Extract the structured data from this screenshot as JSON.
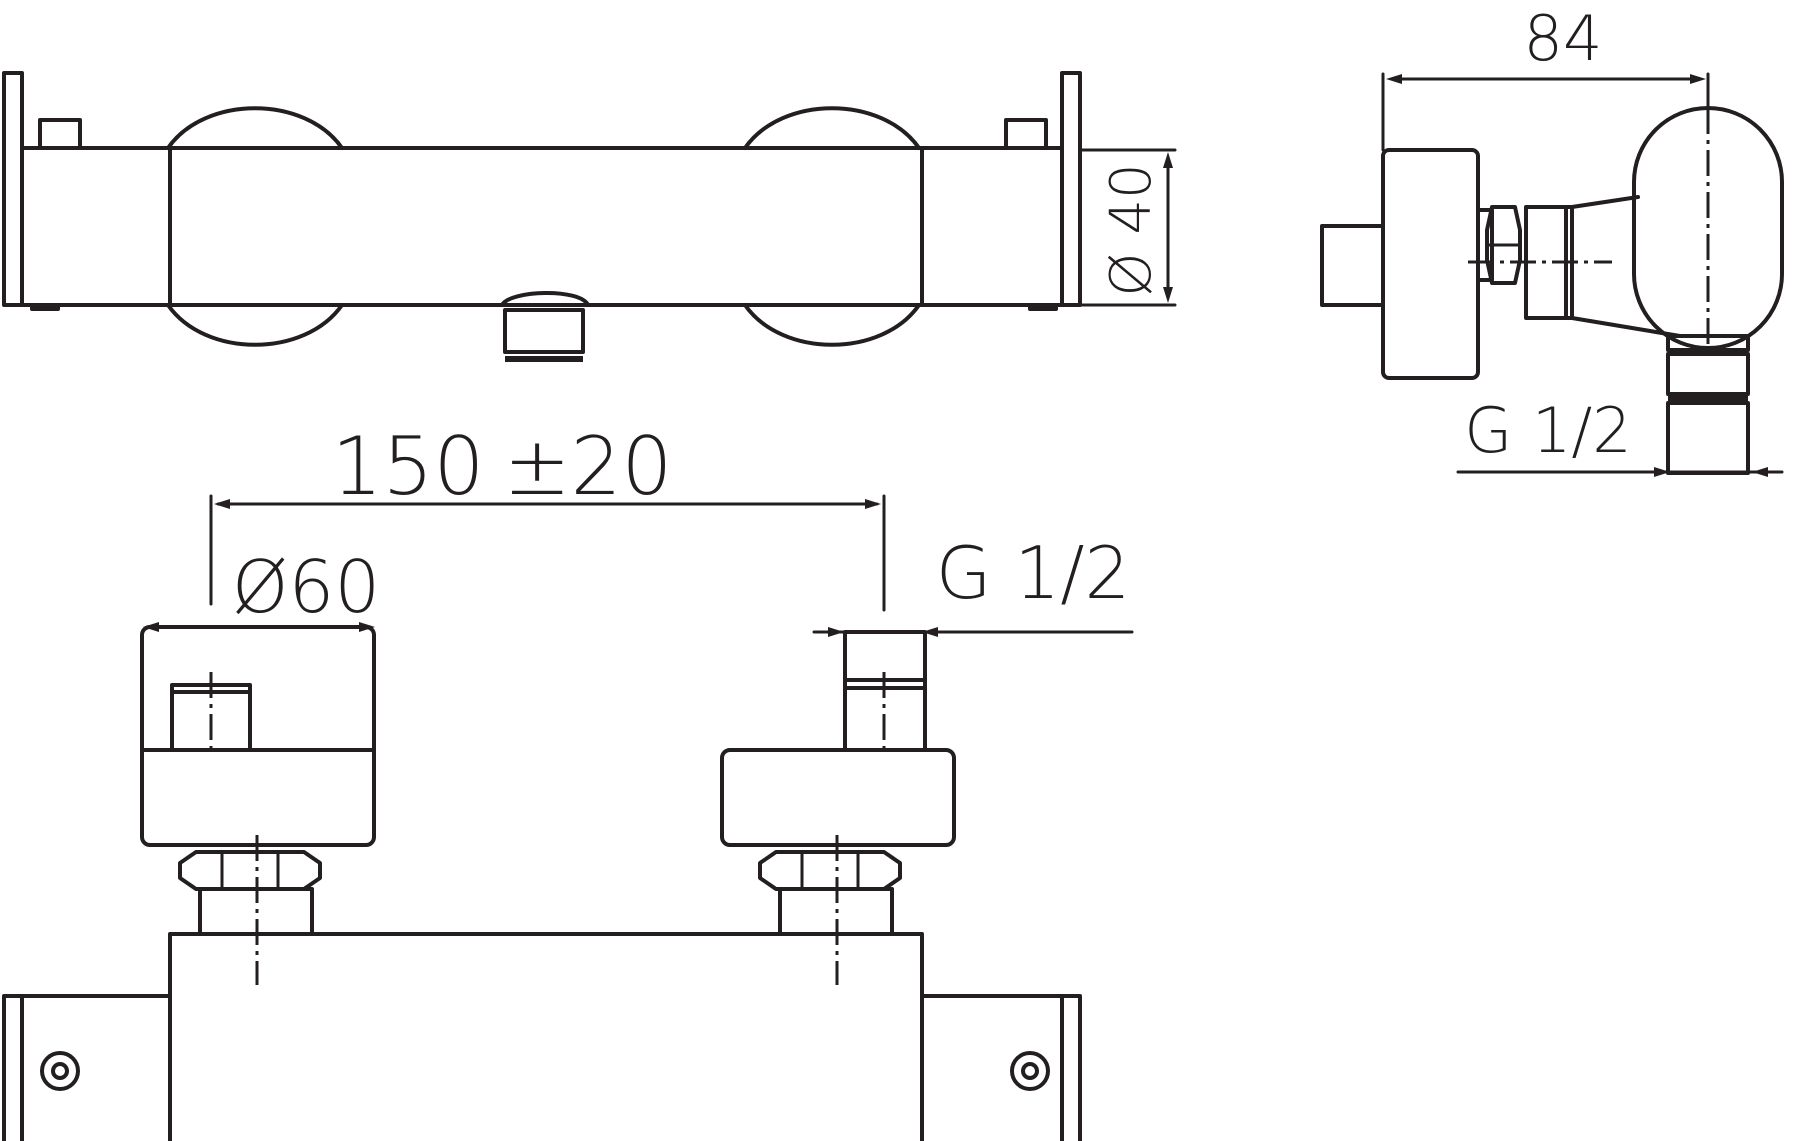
{
  "drawing": {
    "colors": {
      "line": "#231f20",
      "background": "#ffffff"
    },
    "dimensions": {
      "depth": "84",
      "body_diameter": "Ø 40",
      "inlet_spacing": "150",
      "inlet_tolerance": "±20",
      "connector_diameter": "Ø60",
      "outlet_thread_top": "G 1/2",
      "inlet_thread": "G 1/2"
    }
  }
}
